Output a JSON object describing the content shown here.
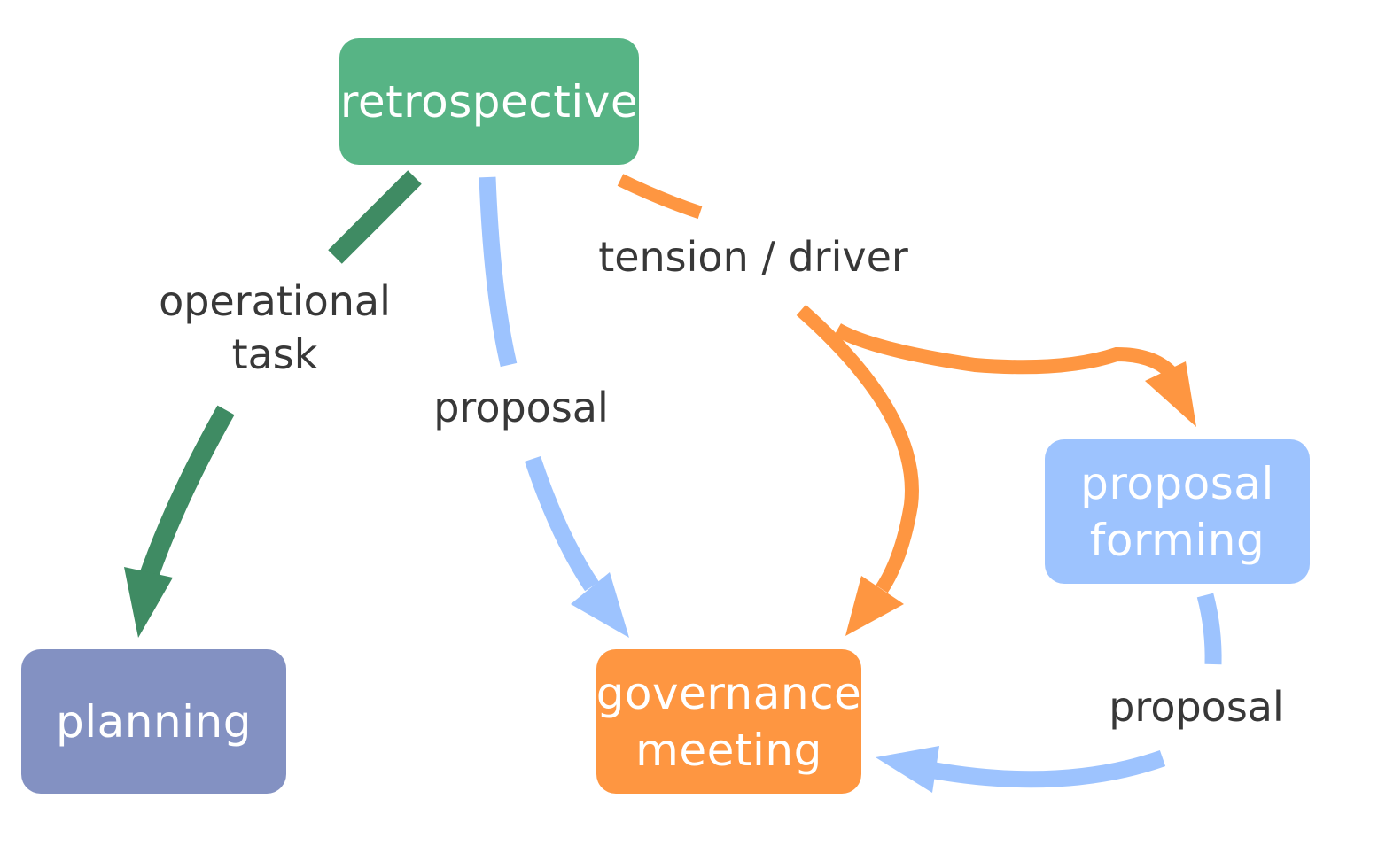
{
  "nodes": {
    "retrospective": {
      "label": "retrospective",
      "color": "#57b485"
    },
    "planning": {
      "label": "planning",
      "color": "#8391c2"
    },
    "governance": {
      "line1": "governance",
      "line2": "meeting",
      "color": "#fe9641"
    },
    "proposal_forming": {
      "line1": "proposal",
      "line2": "forming",
      "color": "#9dc3fe"
    }
  },
  "edges": {
    "operational_task": {
      "line1": "operational",
      "line2": "task",
      "color": "#3f8b63"
    },
    "proposal_to_governance": {
      "label": "proposal",
      "color": "#9dc3fe"
    },
    "tension_driver": {
      "label": "tension / driver",
      "color": "#fe9641"
    },
    "proposal_from_forming": {
      "label": "proposal",
      "color": "#9dc3fe"
    }
  }
}
